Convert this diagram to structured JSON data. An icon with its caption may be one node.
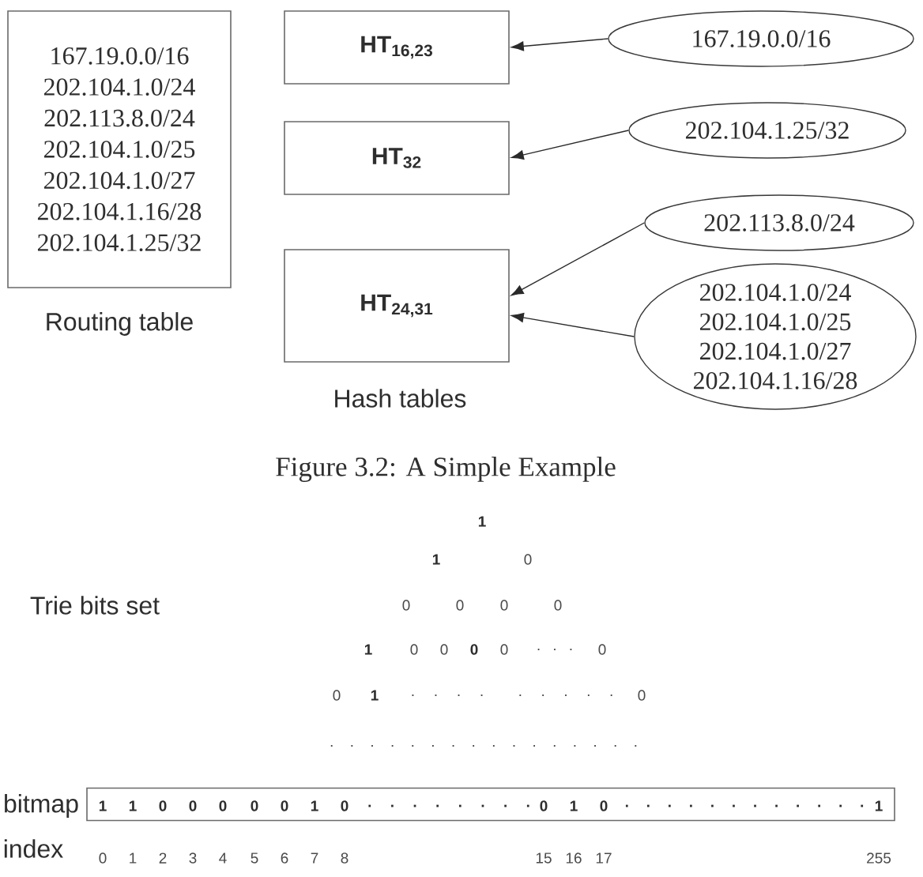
{
  "diagram": {
    "caption": "Figure 3.2: A Simple Example",
    "nodes": [
      {
        "text": [
          "167.19.0.0/16",
          "202.104.1.0/24",
          "202.113.8.0/24",
          "202.104.1.0/25",
          "202.104.1.0/27",
          "202.104.1.16/28",
          "202.104.1.25/32"
        ],
        "beside": [
          "Routing table"
        ]
      },
      {
        "text": [
          "HT$_{16,23}$"
        ]
      },
      {
        "text": [
          "HT$_{32}$"
        ]
      },
      {
        "text": [
          "HT$_{24,31}$"
        ]
      },
      {
        "text": [
          "167.19.0.0/16"
        ]
      },
      {
        "text": [
          "202.104.1.25/32"
        ]
      },
      {
        "text": [
          "202.113.8.0/24"
        ]
      },
      {
        "text": [
          "202.104.1.0/24",
          "202.104.1.0/25",
          "202.104.1.0/27",
          "202.104.1.16/28"
        ]
      },
      {
        "text": [
          "1",
          "1",
          "0",
          "0",
          "0",
          "0",
          "0",
          "1",
          "0",
          ". . . . . . . .",
          "0",
          "1",
          "0",
          ". . . . . . . . . . . .",
          "1"
        ],
        "beside": [
          "bitmap"
        ]
      }
    ],
    "edges": [
      {
        "from": 4,
        "to": 1,
        "arrow": "to"
      },
      {
        "from": 5,
        "to": 2,
        "arrow": "to"
      },
      {
        "from": 6,
        "to": 3,
        "arrow": "to"
      },
      {
        "from": 7,
        "to": 3,
        "arrow": "to"
      }
    ],
    "labels": [
      "Hash tables",
      "Trie bits set",
      "1",
      "1",
      "0",
      "0",
      "0",
      "0",
      "0",
      "1",
      "0",
      "0",
      "0",
      "0",
      ". . .",
      "0",
      "0",
      "1",
      ". . . .",
      ". . . . .",
      "0",
      ". . . . . . . . . . . . . . . .",
      "index",
      "0",
      "1",
      "2",
      "3",
      "4",
      "5",
      "6",
      "7",
      "8",
      "15",
      "16",
      "17",
      "255"
    ]
  }
}
